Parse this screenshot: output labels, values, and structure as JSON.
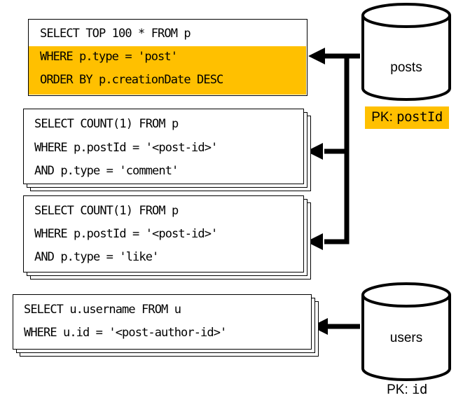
{
  "queries": [
    {
      "lines": [
        "SELECT TOP 100 * FROM p",
        "WHERE p.type = 'post'",
        "ORDER BY p.creationDate DESC"
      ],
      "highlighted_lines": [
        1,
        2
      ]
    },
    {
      "lines": [
        "SELECT COUNT(1) FROM p",
        "WHERE p.postId = '<post-id>'",
        "AND p.type = 'comment'"
      ]
    },
    {
      "lines": [
        "SELECT COUNT(1) FROM p",
        "WHERE p.postId = '<post-id>'",
        "AND p.type = 'like'"
      ]
    },
    {
      "lines": [
        "SELECT u.username FROM u",
        "WHERE u.id = '<post-author-id>'"
      ]
    }
  ],
  "containers": [
    {
      "name": "posts",
      "pk_prefix": "PK:",
      "pk": "postId",
      "pk_highlighted": true
    },
    {
      "name": "users",
      "pk_prefix": "PK:",
      "pk": "id",
      "pk_highlighted": false
    }
  ],
  "colors": {
    "highlight": "#FFC000",
    "stroke": "#000000"
  }
}
